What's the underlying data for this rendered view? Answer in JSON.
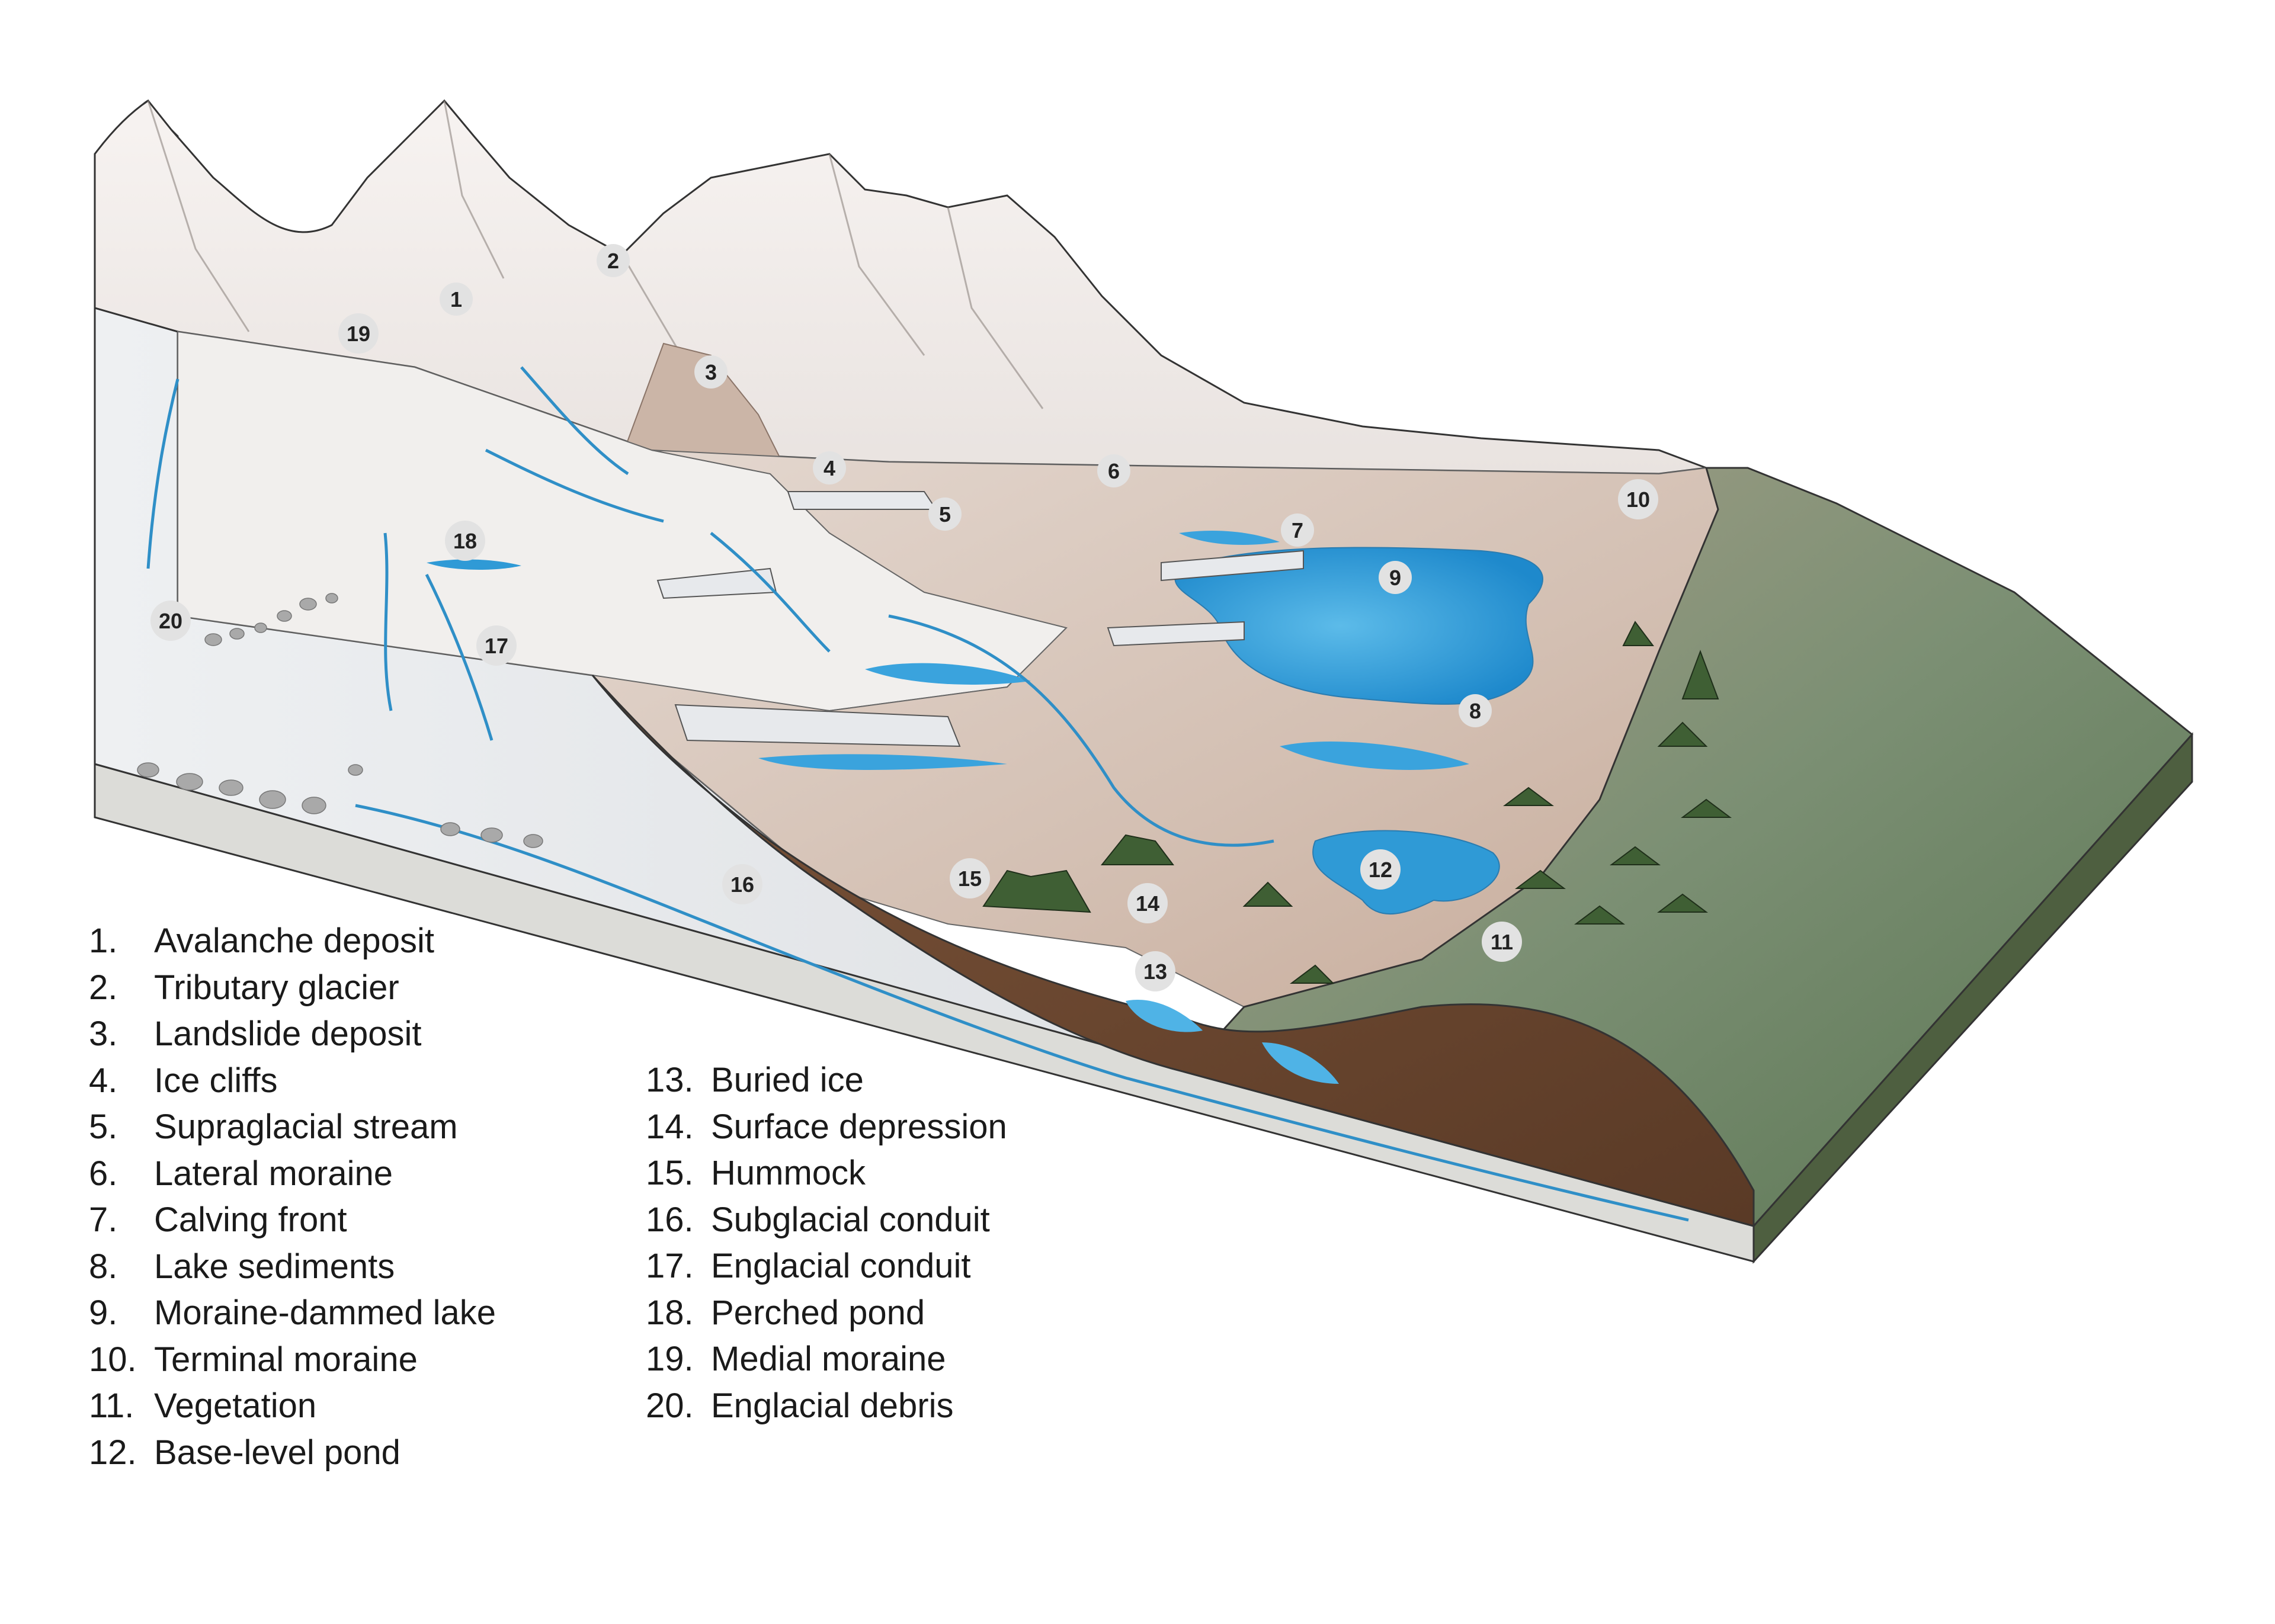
{
  "markers": [
    {
      "id": "1",
      "label": "1"
    },
    {
      "id": "2",
      "label": "2"
    },
    {
      "id": "3",
      "label": "3"
    },
    {
      "id": "4",
      "label": "4"
    },
    {
      "id": "5",
      "label": "5"
    },
    {
      "id": "6",
      "label": "6"
    },
    {
      "id": "7",
      "label": "7"
    },
    {
      "id": "8",
      "label": "8"
    },
    {
      "id": "9",
      "label": "9"
    },
    {
      "id": "10",
      "label": "10"
    },
    {
      "id": "11",
      "label": "11"
    },
    {
      "id": "12",
      "label": "12"
    },
    {
      "id": "13",
      "label": "13"
    },
    {
      "id": "14",
      "label": "14"
    },
    {
      "id": "15",
      "label": "15"
    },
    {
      "id": "16",
      "label": "16"
    },
    {
      "id": "17",
      "label": "17"
    },
    {
      "id": "18",
      "label": "18"
    },
    {
      "id": "19",
      "label": "19"
    },
    {
      "id": "20",
      "label": "20"
    }
  ],
  "legend": {
    "left": [
      {
        "num": "1.",
        "text": "Avalanche deposit"
      },
      {
        "num": "2.",
        "text": "Tributary glacier"
      },
      {
        "num": "3.",
        "text": "Landslide deposit"
      },
      {
        "num": "4.",
        "text": "Ice cliffs"
      },
      {
        "num": "5.",
        "text": "Supraglacial stream"
      },
      {
        "num": "6.",
        "text": "Lateral moraine"
      },
      {
        "num": "7.",
        "text": "Calving front"
      },
      {
        "num": "8.",
        "text": "Lake sediments"
      },
      {
        "num": "9.",
        "text": "Moraine-dammed lake"
      },
      {
        "num": "10.",
        "text": "Terminal moraine"
      },
      {
        "num": "11.",
        "text": "Vegetation"
      },
      {
        "num": "12.",
        "text": "Base-level pond"
      }
    ],
    "right": [
      {
        "num": "13.",
        "text": "Buried ice"
      },
      {
        "num": "14.",
        "text": "Surface depression"
      },
      {
        "num": "15.",
        "text": "Hummock"
      },
      {
        "num": "16.",
        "text": "Subglacial conduit"
      },
      {
        "num": "17.",
        "text": "Englacial conduit"
      },
      {
        "num": "18.",
        "text": "Perched pond"
      },
      {
        "num": "19.",
        "text": "Medial moraine"
      },
      {
        "num": "20.",
        "text": "Englacial debris"
      }
    ]
  },
  "colors": {
    "snow": "#f2eeec",
    "ice_side": "#e3e6e9",
    "debris": "#d9c7bb",
    "lake": "#3fa8df",
    "lake_deep": "#1f86c8",
    "vegetation": "#6f8f6a",
    "bedrock": "#6b4a33",
    "marker_fill": "#e2e2e2"
  }
}
